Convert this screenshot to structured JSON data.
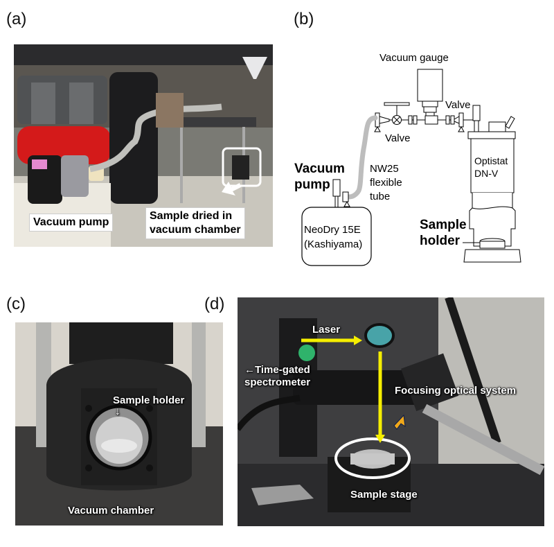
{
  "panels": {
    "a": {
      "letter": "(a)",
      "labels": {
        "vacuum_pump": "Vacuum pump",
        "sample_dried_line1": "Sample dried in",
        "sample_dried_line2": "vacuum chamber"
      },
      "photo_description": "Lab bench with vacuum pump, flexible tube and vacuum chamber"
    },
    "b": {
      "letter": "(b)",
      "labels": {
        "vacuum_gauge": "Vacuum gauge",
        "valve_right": "Valve",
        "valve_left": "Valve",
        "vacuum_pump_line1": "Vacuum",
        "vacuum_pump_line2": "pump",
        "tube_line1": "NW25",
        "tube_line2": "flexible",
        "tube_line3": "tube",
        "pump_model_line1": "NeoDry 15E",
        "pump_model_line2": "(Kashiyama)",
        "cryostat_line1": "Optistat",
        "cryostat_line2": "DN-V",
        "sample_holder_line1": "Sample",
        "sample_holder_line2": "holder"
      }
    },
    "c": {
      "letter": "(c)",
      "labels": {
        "sample_holder": "Sample holder",
        "vacuum_chamber": "Vacuum chamber"
      },
      "arrow_glyph": "↓"
    },
    "d": {
      "letter": "(d)",
      "labels": {
        "laser": "Laser",
        "spectrometer_line1": "←Time-gated",
        "spectrometer_line2": "spectrometer",
        "focusing": "Focusing optical system",
        "sample_stage": "Sample stage"
      }
    }
  },
  "colors": {
    "laser_arrow": "#f5ee00",
    "focus_arrow": "#f0a81a",
    "tube_gray": "#bdbdbd"
  }
}
